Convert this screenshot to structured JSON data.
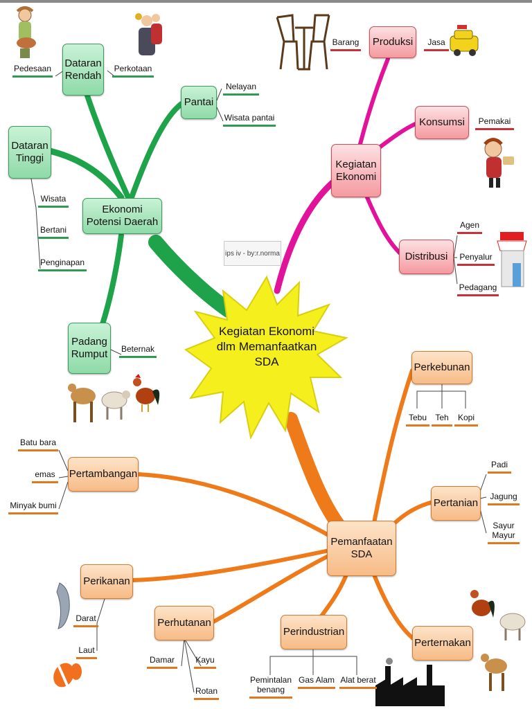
{
  "credit": "ips iv - by:r.norma",
  "center": {
    "line1": "Kegiatan Ekonomi",
    "line2": "dlm Memanfaatkan",
    "line3": "SDA"
  },
  "potensi": {
    "title": "Ekonomi Potensi Daerah",
    "dataran_rendah": {
      "label": "Dataran Rendah",
      "leaves": [
        "Pedesaan",
        "Perkotaan"
      ]
    },
    "pantai": {
      "label": "Pantai",
      "leaves": [
        "Nelayan",
        "Wisata pantai"
      ]
    },
    "dataran_tinggi": {
      "label": "Dataran Tinggi",
      "leaves": [
        "Wisata",
        "Bertani",
        "Penginapan"
      ]
    },
    "padang_rumput": {
      "label": "Padang Rumput",
      "leaves": [
        "Beternak"
      ]
    }
  },
  "kegiatan": {
    "title": "Kegiatan Ekonomi",
    "produksi": {
      "label": "Produksi",
      "leaves": [
        "Barang",
        "Jasa"
      ]
    },
    "konsumsi": {
      "label": "Konsumsi",
      "leaves": [
        "Pemakai"
      ]
    },
    "distribusi": {
      "label": "Distribusi",
      "leaves": [
        "Agen",
        "Penyalur",
        "Pedagang"
      ]
    }
  },
  "pemanfaatan": {
    "title": "Pemanfaatan SDA",
    "perkebunan": {
      "label": "Perkebunan",
      "leaves": [
        "Tebu",
        "Teh",
        "Kopi"
      ]
    },
    "pertanian": {
      "label": "Pertanian",
      "leaves": [
        "Padi",
        "Jagung",
        "Sayur Mayur"
      ]
    },
    "peternakan": {
      "label": "Perternakan"
    },
    "perindustrian": {
      "label": "Perindustrian",
      "leaves": [
        "Pemintalan benang",
        "Gas Alam",
        "Alat berat"
      ]
    },
    "perhutanan": {
      "label": "Perhutanan",
      "leaves": [
        "Damar",
        "Kayu",
        "Rotan"
      ]
    },
    "perikanan": {
      "label": "Perikanan",
      "leaves": [
        "Darat",
        "Laut"
      ]
    },
    "pertambangan": {
      "label": "Pertambangan",
      "leaves": [
        "Batu bara",
        "emas",
        "Minyak bumi"
      ]
    }
  },
  "colors": {
    "green": "#1fa34a",
    "magenta": "#e0139a",
    "orange": "#ef7a1a",
    "star": "#f6ef1e"
  }
}
